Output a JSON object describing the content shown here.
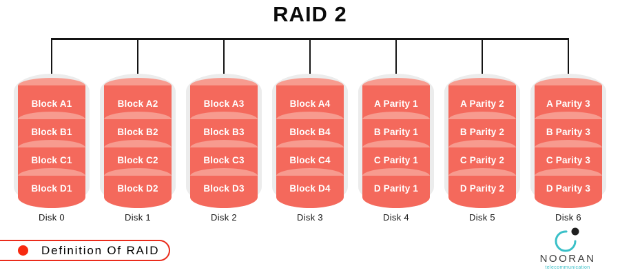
{
  "title": "RAID 2",
  "disks": [
    {
      "label": "Disk 0",
      "blocks": [
        "Block A1",
        "Block B1",
        "Block C1",
        "Block D1"
      ]
    },
    {
      "label": "Disk 1",
      "blocks": [
        "Block A2",
        "Block B2",
        "Block C2",
        "Block D2"
      ]
    },
    {
      "label": "Disk 2",
      "blocks": [
        "Block A3",
        "Block B3",
        "Block C3",
        "Block D3"
      ]
    },
    {
      "label": "Disk 3",
      "blocks": [
        "Block A4",
        "Block B4",
        "Block C4",
        "Block D4"
      ]
    },
    {
      "label": "Disk 4",
      "blocks": [
        "A Parity 1",
        "B Parity 1",
        "C Parity 1",
        "D Parity 1"
      ]
    },
    {
      "label": "Disk 5",
      "blocks": [
        "A Parity 2",
        "B Parity 2",
        "C Parity 2",
        "D Parity 2"
      ]
    },
    {
      "label": "Disk 6",
      "blocks": [
        "A Parity 3",
        "B Parity 3",
        "C Parity 3",
        "D Parity 3"
      ]
    }
  ],
  "footer": {
    "definition_label": "Definition Of RAID"
  },
  "logo": {
    "name": "NOORAN",
    "tagline": "telecommunication"
  },
  "colors": {
    "disk_body": "#f4695c",
    "disk_cap": "#f79b8f",
    "disk_shell": "#ececec",
    "line_black": "#141414",
    "accent_red": "#ea2c1c",
    "bullet_red": "#f72a10",
    "logo_teal": "#3ac0c8"
  }
}
